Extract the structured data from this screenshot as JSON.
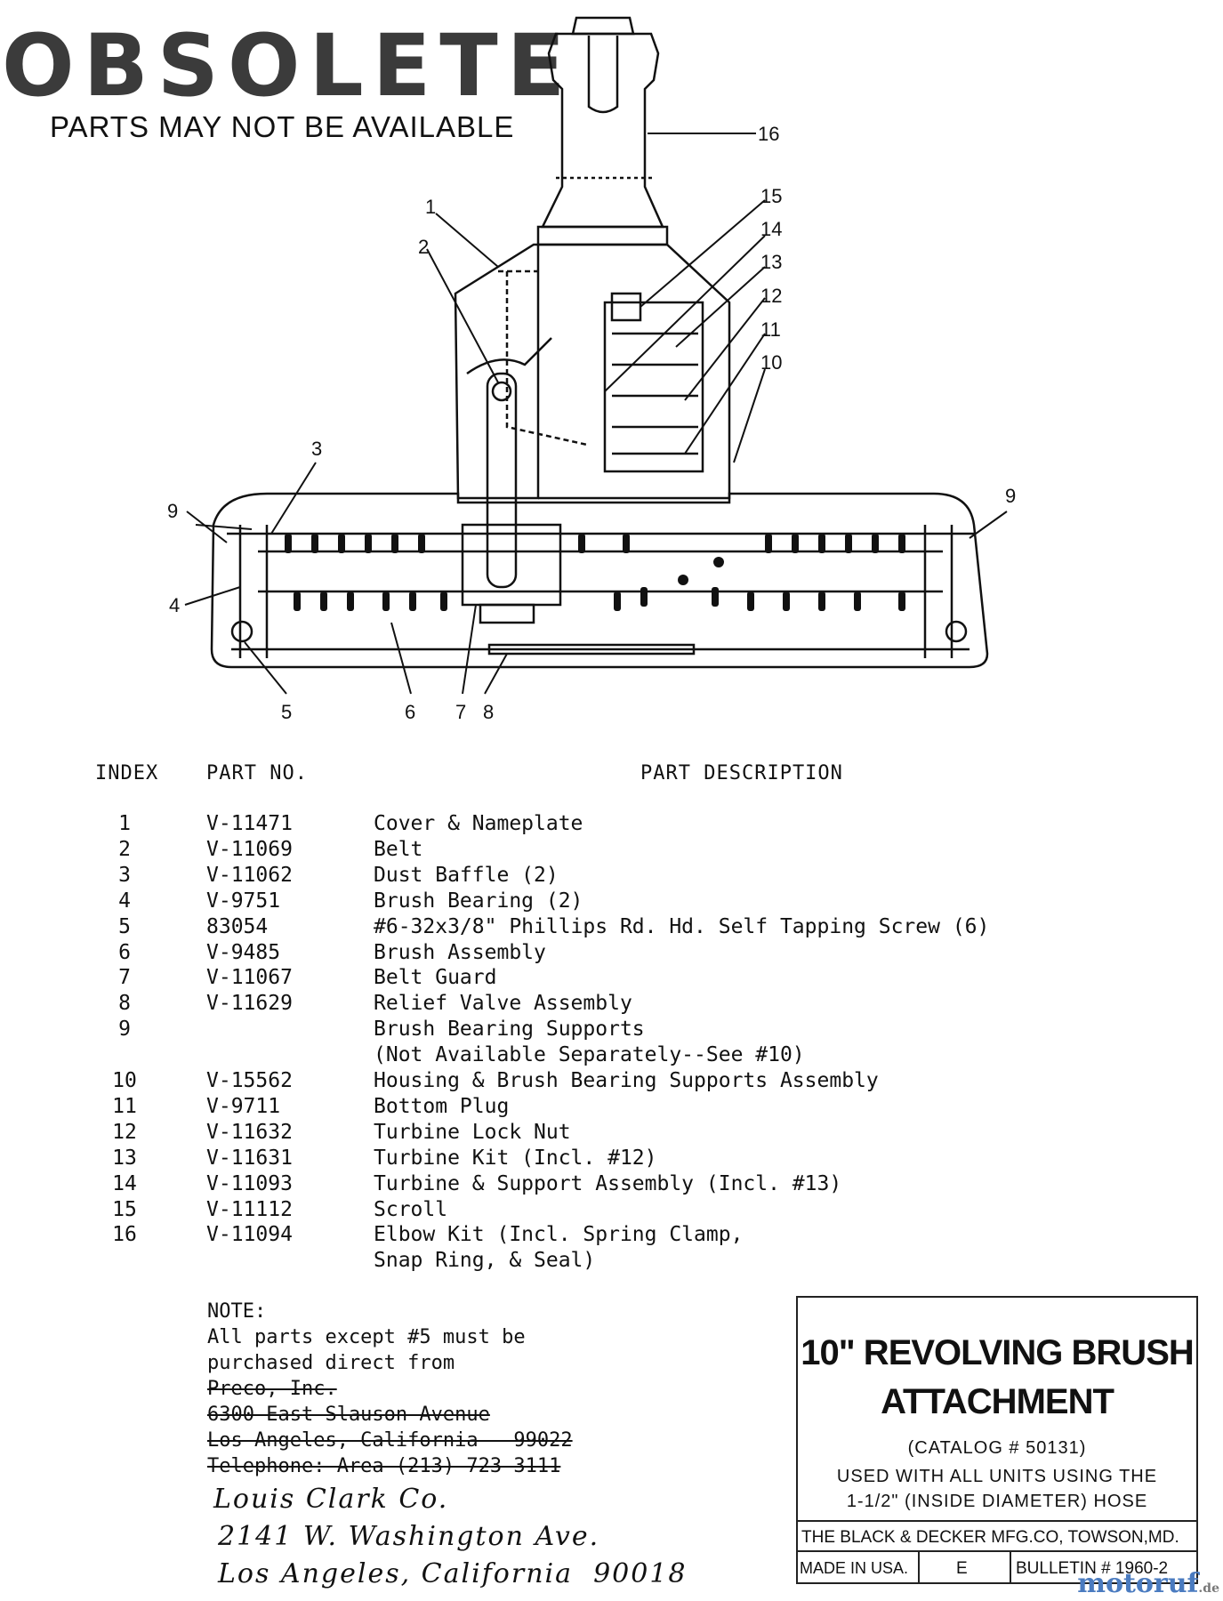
{
  "header": {
    "stamp": "OBSOLETE",
    "notice": "PARTS MAY NOT BE AVAILABLE"
  },
  "diagram": {
    "callouts": [
      "1",
      "2",
      "3",
      "4",
      "5",
      "6",
      "7",
      "8",
      "9",
      "9",
      "10",
      "11",
      "12",
      "13",
      "14",
      "15",
      "16"
    ]
  },
  "parts_table": {
    "headers": {
      "index": "INDEX",
      "part_no": "PART NO.",
      "description": "PART DESCRIPTION"
    },
    "rows": [
      {
        "index": "1",
        "part_no": "V-11471",
        "description": "Cover & Nameplate"
      },
      {
        "index": "2",
        "part_no": "V-11069",
        "description": "Belt"
      },
      {
        "index": "3",
        "part_no": "V-11062",
        "description": "Dust Baffle (2)"
      },
      {
        "index": "4",
        "part_no": "V-9751",
        "description": "Brush Bearing (2)"
      },
      {
        "index": "5",
        "part_no": "83054",
        "description": "#6-32x3/8\" Phillips Rd. Hd. Self Tapping Screw (6)"
      },
      {
        "index": "6",
        "part_no": "V-9485",
        "description": "Brush Assembly"
      },
      {
        "index": "7",
        "part_no": "V-11067",
        "description": "Belt Guard"
      },
      {
        "index": "8",
        "part_no": "V-11629",
        "description": "Relief Valve Assembly"
      },
      {
        "index": "9",
        "part_no": "",
        "description": "Brush Bearing Supports"
      },
      {
        "index": "",
        "part_no": "",
        "description": "(Not Available Separately--See #10)"
      },
      {
        "index": "10",
        "part_no": "V-15562",
        "description": "Housing & Brush Bearing Supports Assembly"
      },
      {
        "index": "11",
        "part_no": "V-9711",
        "description": "Bottom Plug"
      },
      {
        "index": "12",
        "part_no": "V-11632",
        "description": "Turbine Lock Nut"
      },
      {
        "index": "13",
        "part_no": "V-11631",
        "description": "Turbine Kit (Incl. #12)"
      },
      {
        "index": "14",
        "part_no": "V-11093",
        "description": "Turbine & Support Assembly (Incl. #13)"
      },
      {
        "index": "15",
        "part_no": "V-11112",
        "description": "Scroll"
      },
      {
        "index": "16",
        "part_no": "V-11094",
        "description": "Elbow Kit (Incl. Spring Clamp,"
      },
      {
        "index": "",
        "part_no": "",
        "description": "Snap Ring, & Seal)"
      }
    ]
  },
  "note": {
    "label": "NOTE:",
    "text_line1": "All parts except #5 must be",
    "text_line2": "purchased direct from",
    "struck_lines": [
      "Preco, Inc.",
      "6300 East Slauson Avenue",
      "Los Angeles, California   99022",
      "Telephone: Area (213) 723-3111"
    ],
    "handwritten_lines": [
      "Louis Clark Co.",
      "2141 W. Washington Ave.",
      "Los Angeles, California  90018"
    ]
  },
  "title_block": {
    "title_line1": "10\" REVOLVING BRUSH",
    "title_line2": "ATTACHMENT",
    "catalog": "(CATALOG # 50131)",
    "usage_line1": "USED WITH ALL UNITS USING THE",
    "usage_line2": "1-1/2\" (INSIDE DIAMETER) HOSE",
    "manufacturer": "THE BLACK & DECKER MFG.CO, TOWSON,MD.",
    "made_in": "MADE IN USA.",
    "revision": "E",
    "bulletin": "BULLETIN # 1960-2"
  },
  "watermark": {
    "brand": "motoruf",
    "suffix": ".de"
  }
}
